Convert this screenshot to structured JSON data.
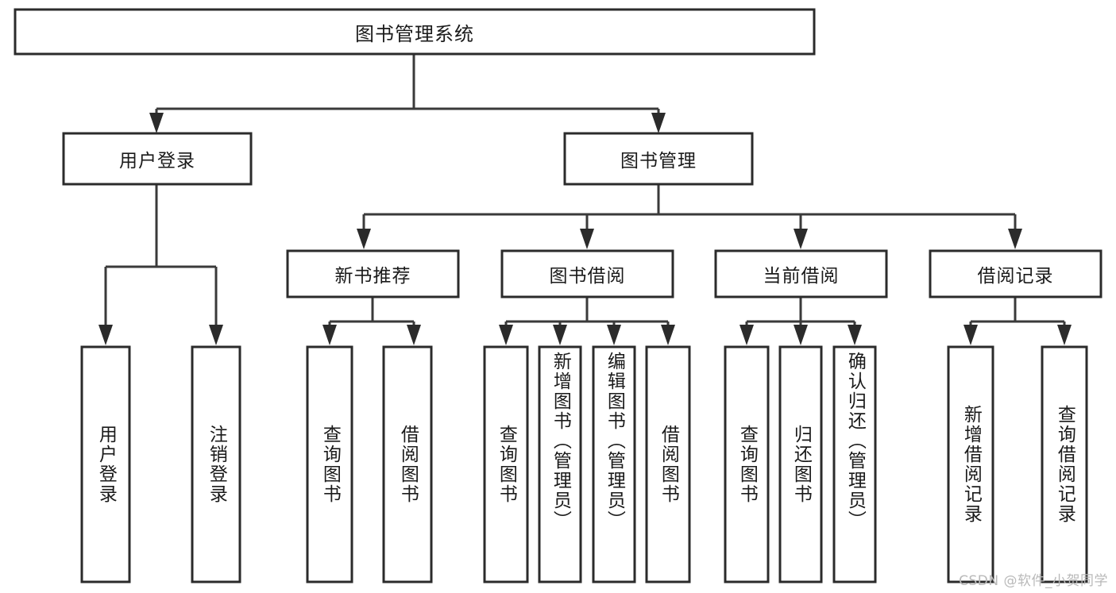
{
  "diagram": {
    "type": "tree",
    "title": "图书管理系统",
    "watermark": "CSDN @软件_小贺同学",
    "root": {
      "id": "root",
      "label": "图书管理系统",
      "orientation": "horizontal"
    },
    "level2": [
      {
        "id": "user-login",
        "label": "用户登录",
        "orientation": "horizontal"
      },
      {
        "id": "book-manage",
        "label": "图书管理",
        "orientation": "horizontal"
      }
    ],
    "level3": [
      {
        "id": "new-book-recommend",
        "label": "新书推荐",
        "orientation": "horizontal",
        "parent": "book-manage"
      },
      {
        "id": "book-borrow",
        "label": "图书借阅",
        "orientation": "horizontal",
        "parent": "book-manage"
      },
      {
        "id": "current-borrow",
        "label": "当前借阅",
        "orientation": "horizontal",
        "parent": "book-manage"
      },
      {
        "id": "borrow-record",
        "label": "借阅记录",
        "orientation": "horizontal",
        "parent": "book-manage"
      }
    ],
    "leaves": [
      {
        "id": "leaf-user-login",
        "label": "用户登录",
        "orientation": "vertical",
        "parent": "user-login"
      },
      {
        "id": "leaf-logout-login",
        "label": "注销登录",
        "orientation": "vertical",
        "parent": "user-login"
      },
      {
        "id": "leaf-query-book-1",
        "label": "查询图书",
        "orientation": "vertical",
        "parent": "new-book-recommend"
      },
      {
        "id": "leaf-borrow-book-1",
        "label": "借阅图书",
        "orientation": "vertical",
        "parent": "new-book-recommend"
      },
      {
        "id": "leaf-query-book-2",
        "label": "查询图书",
        "orientation": "vertical",
        "parent": "book-borrow"
      },
      {
        "id": "leaf-add-book",
        "label": "新增图书（管理员）",
        "orientation": "vertical",
        "parent": "book-borrow"
      },
      {
        "id": "leaf-edit-book",
        "label": "编辑图书（管理员）",
        "orientation": "vertical",
        "parent": "book-borrow"
      },
      {
        "id": "leaf-borrow-book-2",
        "label": "借阅图书",
        "orientation": "vertical",
        "parent": "book-borrow"
      },
      {
        "id": "leaf-query-book-3",
        "label": "查询图书",
        "orientation": "vertical",
        "parent": "current-borrow"
      },
      {
        "id": "leaf-return-book",
        "label": "归还图书",
        "orientation": "vertical",
        "parent": "current-borrow"
      },
      {
        "id": "leaf-confirm-return",
        "label": "确认归还（管理员）",
        "orientation": "vertical",
        "parent": "current-borrow"
      },
      {
        "id": "leaf-add-record",
        "label": "新增借阅记录",
        "orientation": "vertical",
        "parent": "borrow-record"
      },
      {
        "id": "leaf-query-record",
        "label": "查询借阅记录",
        "orientation": "vertical",
        "parent": "borrow-record"
      }
    ],
    "colors": {
      "box_fill": "#ffffff",
      "box_stroke": "#2b2b2b",
      "connector": "#3a3a3a",
      "text": "#1a1a1a",
      "background": "#ffffff",
      "watermark": "#b9b9b9"
    }
  }
}
